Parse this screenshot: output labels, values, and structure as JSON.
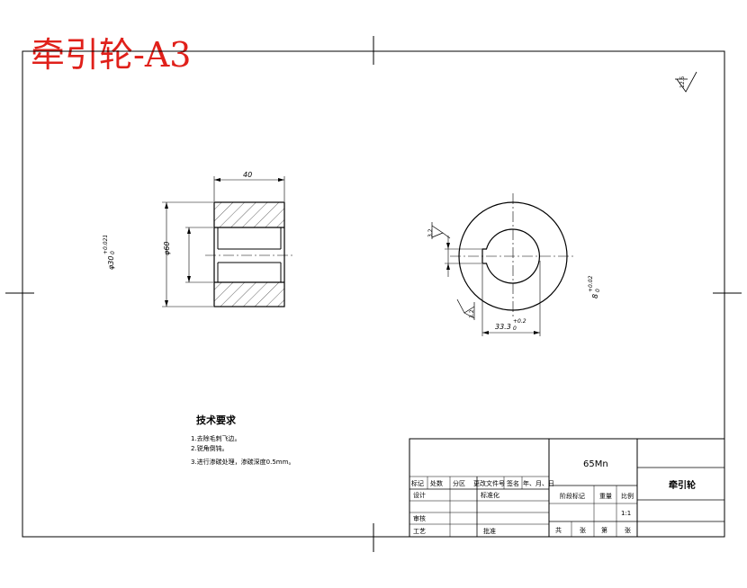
{
  "drawing_title": "牵引轮-A3",
  "colors": {
    "title": "#e0201a",
    "line": "#000000",
    "paper": "#ffffff"
  },
  "surface_roughness": "12.5",
  "side_view": {
    "length": "40",
    "outer_diameter": "φ60",
    "bore_diameter": "φ30",
    "bore_tol_upper": "+0.021",
    "bore_tol_lower": "0"
  },
  "front_view": {
    "keyway_roughness": "3.2",
    "key_face_roughness": "3.2",
    "keyway_width": "8",
    "keyway_width_tol_upper": "+0.02",
    "keyway_width_tol_lower": "0",
    "keyway_depth": "33.3",
    "keyway_depth_tol_upper": "+0.2",
    "keyway_depth_tol_lower": "0"
  },
  "tech_requirements": {
    "heading": "技术要求",
    "items": [
      "1.去除毛刺飞边。",
      "2.锐角倒钝。",
      "3.进行渗碳处理，渗碳深度0.5mm。"
    ]
  },
  "title_block": {
    "material": "65Mn",
    "part_name": "牵引轮",
    "header_row": [
      "标记",
      "处数",
      "分区",
      "更改文件号",
      "签名",
      "年、月、日"
    ],
    "designer_label": "设计",
    "standardization_label": "标准化",
    "review_label": "审核",
    "process_label": "工艺",
    "approval_label": "批准",
    "stage_label": "阶段标记",
    "weight_label": "重量",
    "scale_label": "比例",
    "scale_value": "1:1",
    "sheets_total_label": "共",
    "sheets_label": "张",
    "sheet_no_label": "第",
    "sheet_label": "张"
  }
}
